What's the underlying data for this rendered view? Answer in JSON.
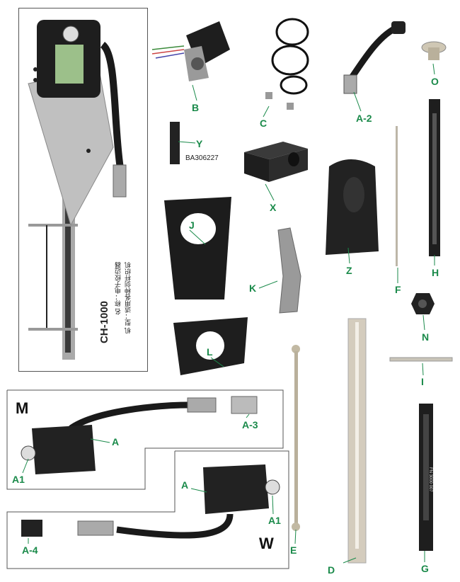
{
  "main_unit": {
    "model": "CH-1000",
    "name_line": "名  称：电子绞边器",
    "type_line": "机  型：适用各种剑杆织机"
  },
  "labels": {
    "A": "A",
    "A1": "A1",
    "A2": "A-2",
    "A3": "A-3",
    "A4": "A-4",
    "B": "B",
    "C": "C",
    "D": "D",
    "E": "E",
    "F": "F",
    "G": "G",
    "H": "H",
    "I": "I",
    "J": "J",
    "K": "K",
    "L": "L",
    "N": "N",
    "O": "O",
    "X": "X",
    "Y": "Y",
    "Z": "Z",
    "M": "M",
    "W": "W"
  },
  "part_codes": {
    "Y": "BA306227",
    "G": "FN 3000 007"
  },
  "colors": {
    "label_green": "#1a8a4a",
    "part_black": "#1c1c1c",
    "metal": "#b8b8b8"
  }
}
